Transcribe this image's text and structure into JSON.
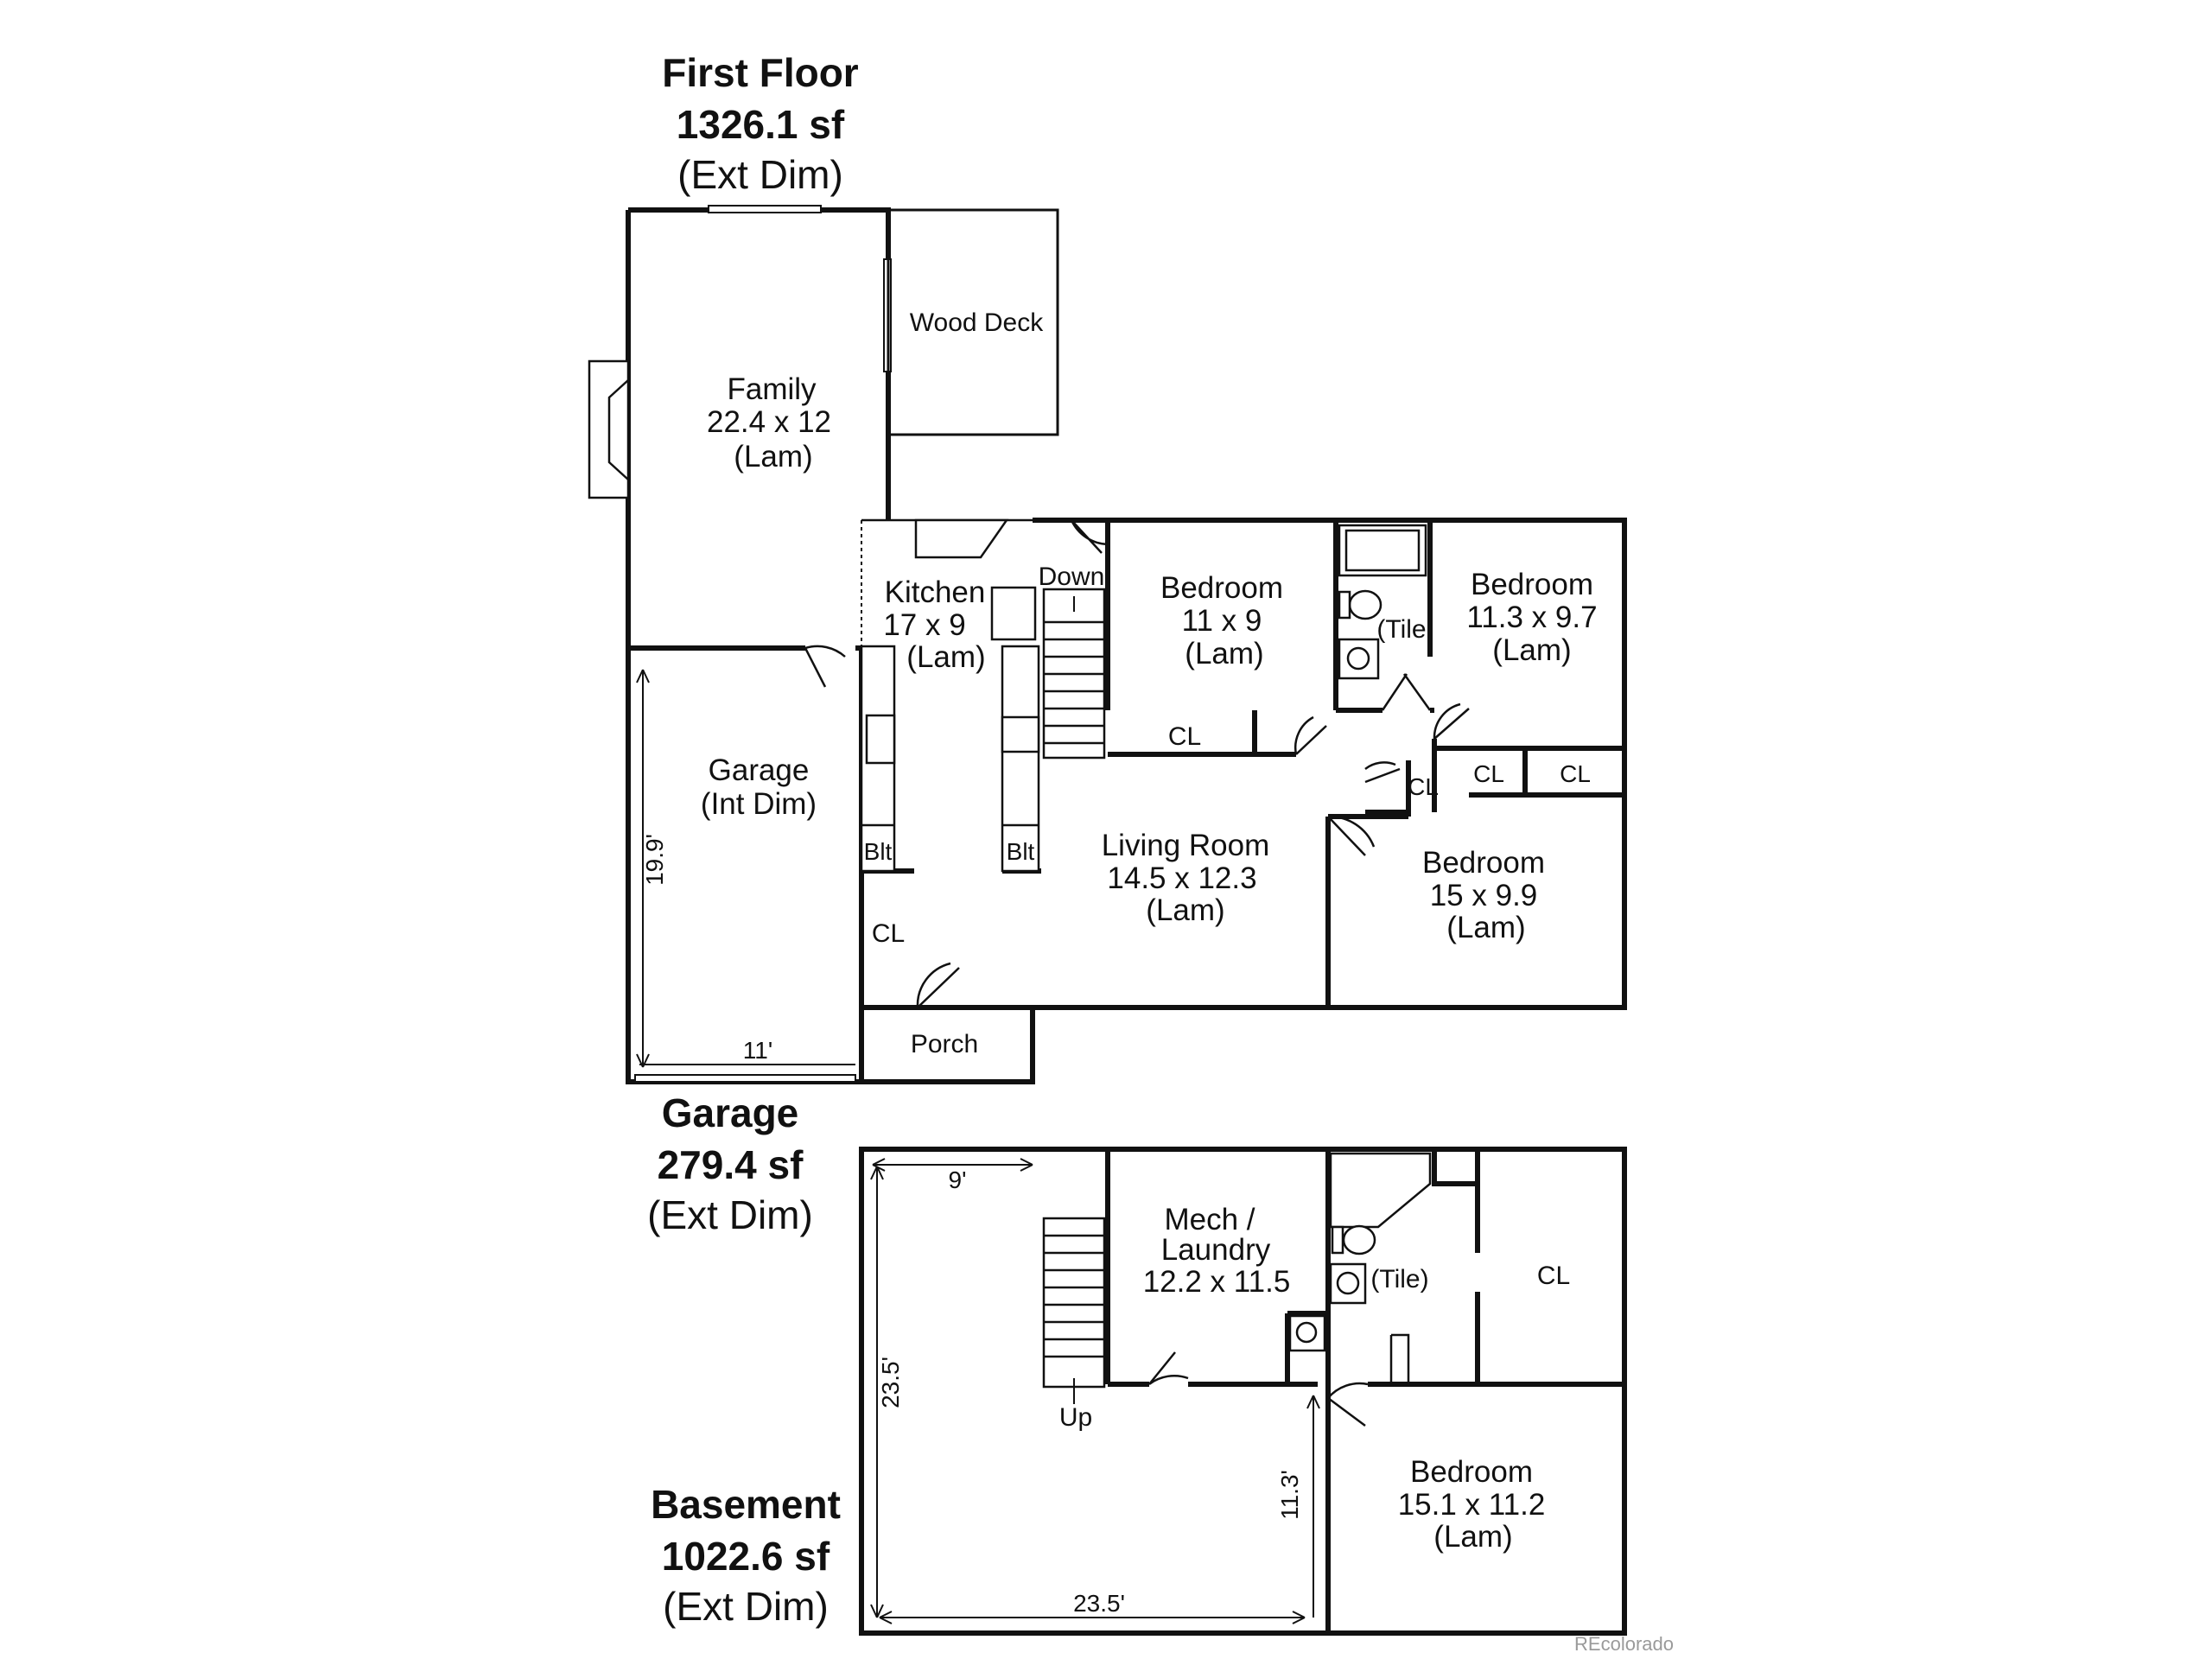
{
  "headings": {
    "first_floor": {
      "title": "First Floor",
      "area": "1326.1 sf",
      "note": "(Ext Dim)"
    },
    "garage": {
      "title": "Garage",
      "area": "279.4 sf",
      "note": "(Ext Dim)"
    },
    "basement": {
      "title": "Basement",
      "area": "1022.6 sf",
      "note": "(Ext Dim)"
    }
  },
  "first_floor_rooms": {
    "family": {
      "name": "Family",
      "dims": "22.4 x 12",
      "floor": "(Lam)"
    },
    "wood_deck": {
      "name": "Wood Deck"
    },
    "kitchen": {
      "name": "Kitchen",
      "dims": "17 x 9",
      "floor": "(Lam)"
    },
    "down": "Down",
    "bedroom_1": {
      "name": "Bedroom",
      "dims": "11 x 9",
      "floor": "(Lam)"
    },
    "bath_tile": "(Tile",
    "bedroom_2": {
      "name": "Bedroom",
      "dims": "11.3 x 9.7",
      "floor": "(Lam)"
    },
    "garage": {
      "name": "Garage",
      "note": "(Int Dim)"
    },
    "garage_depth": "19.9'",
    "garage_width": "11'",
    "builtin_left": "Blt",
    "builtin_right": "Blt",
    "closet_bedroom1": "CL",
    "closet_hall_a": "CL",
    "closet_hall_b": "CL",
    "closet_hall_c": "CL",
    "closet_entry": "CL",
    "living": {
      "name": "Living Room",
      "dims": "14.5 x 12.3",
      "floor": "(Lam)"
    },
    "bedroom_3": {
      "name": "Bedroom",
      "dims": "15 x 9.9",
      "floor": "(Lam)"
    },
    "porch": "Porch"
  },
  "basement_rooms": {
    "width_top": "9'",
    "depth_left": "23.5'",
    "width_bottom": "23.5'",
    "depth_inner": "11.3'",
    "up": "Up",
    "mech": {
      "line1": "Mech /",
      "line2": "Laundry",
      "dims": "12.2 x 11.5"
    },
    "bath_tile": "(Tile)",
    "closet": "CL",
    "bedroom": {
      "name": "Bedroom",
      "dims": "15.1 x 11.2",
      "floor": "(Lam)"
    }
  },
  "watermark": "REcolorado"
}
